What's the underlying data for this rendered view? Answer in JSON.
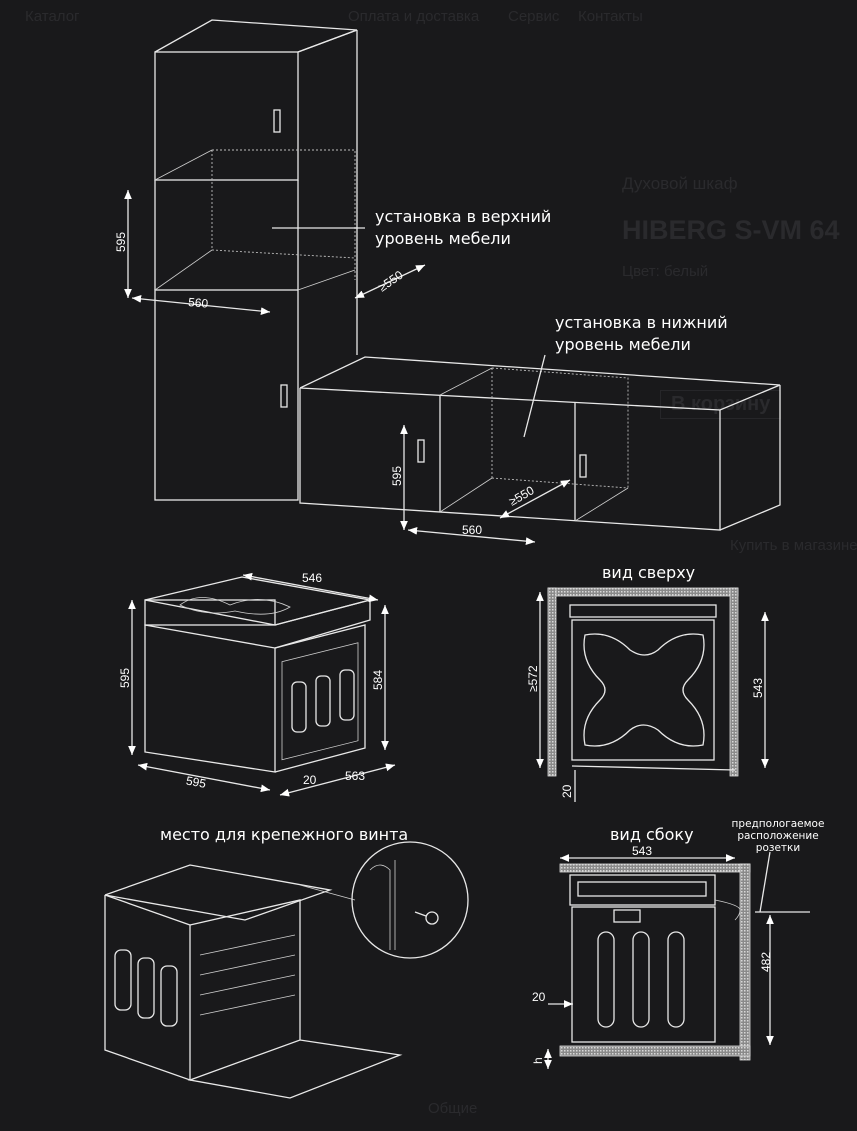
{
  "background_page": {
    "nav": [
      "Каталог",
      "Оплата и доставка",
      "Сервис",
      "Контакты"
    ],
    "category": "Духовой шкаф",
    "product_title": "HIBERG S-VM 64",
    "color": "Цвет: белый",
    "cart_button": "В корзину",
    "buy_link": "Купить в магазине",
    "bottom_heading": "Общие"
  },
  "diagram": {
    "upper_install": [
      "установка в верхний",
      "уровень мебели"
    ],
    "lower_install": [
      "установка в нижний",
      "уровень мебели"
    ],
    "upper_dims": {
      "height": "595",
      "width": "560",
      "depth": "≥550"
    },
    "lower_dims": {
      "height": "595",
      "width": "560",
      "depth": "≥550"
    },
    "oven_dims": {
      "top_width": "546",
      "height": "595",
      "body_height": "584",
      "front_width": "595",
      "gap": "20",
      "depth": "563"
    },
    "top_view": {
      "title": "вид сверху",
      "depth": "≥572",
      "inner": "543",
      "gap": "20"
    },
    "screw_title": "место для крепежного винта",
    "side_view": {
      "title": "вид сбоку",
      "width": "543",
      "socket_height": "482",
      "gap": "20",
      "h": "h",
      "socket_label": [
        "предпологаемое",
        "расположение",
        "розетки"
      ]
    }
  }
}
